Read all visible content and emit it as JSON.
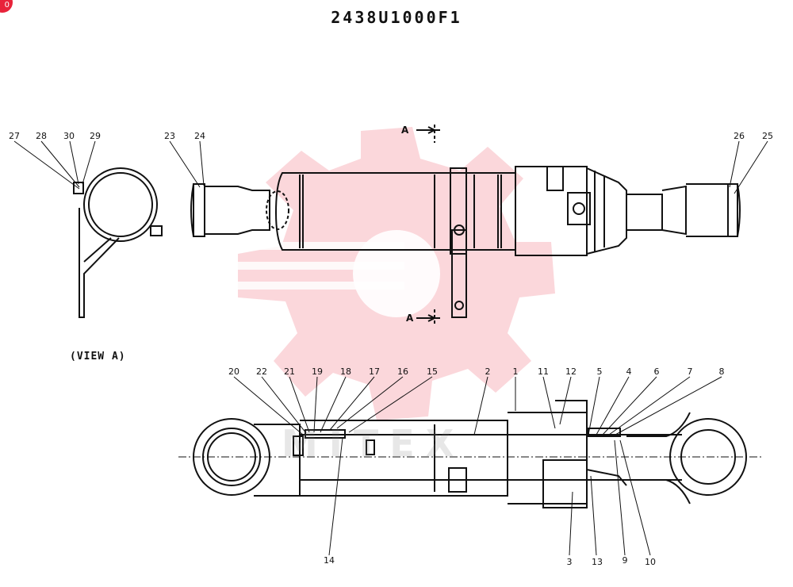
{
  "title": "2438U1000F1",
  "badge": "0",
  "view_label": "(VIEW A)",
  "section_marks": [
    "A",
    "A"
  ],
  "watermark": {
    "text": "MITEX",
    "color": "#e8233a"
  },
  "callouts": {
    "c27": "27",
    "c28": "28",
    "c30": "30",
    "c29": "29",
    "c23": "23",
    "c24": "24",
    "c26": "26",
    "c25": "25",
    "c20": "20",
    "c22": "22",
    "c21": "21",
    "c19": "19",
    "c18": "18",
    "c17": "17",
    "c16": "16",
    "c15": "15",
    "c2": "2",
    "c1": "1",
    "c11": "11",
    "c12": "12",
    "c5": "5",
    "c4": "4",
    "c6": "6",
    "c7": "7",
    "c8": "8",
    "c14": "14",
    "c3": "3",
    "c13": "13",
    "c9": "9",
    "c10": "10"
  }
}
